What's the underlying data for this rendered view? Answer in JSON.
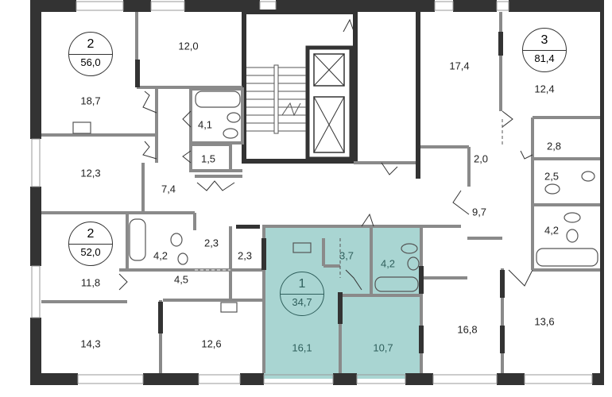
{
  "colors": {
    "highlight": "#a9d5d2",
    "highlight_text": "#2f5f5c",
    "wall_dark": "#333333",
    "wall_gray": "#8a8a8a"
  },
  "apartments": [
    {
      "rooms": "2",
      "area": "56,0",
      "highlighted": false
    },
    {
      "rooms": "2",
      "area": "52,0",
      "highlighted": false
    },
    {
      "rooms": "1",
      "area": "34,7",
      "highlighted": true
    },
    {
      "rooms": "3",
      "area": "81,4",
      "highlighted": false
    }
  ],
  "room_areas": {
    "a1_kitchen": "18,7",
    "a1_bedroom": "12,0",
    "a1_bath": "4,1",
    "a1_wc": "1,5",
    "a1_room": "12,3",
    "a1_hall": "7,4",
    "a2_bath": "4,2",
    "a2_storage1": "2,3",
    "a2_storage2": "2,3",
    "a2_kitchen": "11,8",
    "a2_hall": "4,5",
    "a2_room1": "14,3",
    "a2_room2": "12,6",
    "a3_hall": "3,7",
    "a3_bath": "4,2",
    "a3_kitchen": "16,1",
    "a3_room": "10,7",
    "a4_kitchen": "17,4",
    "a4_room1": "12,4",
    "a4_wc": "2,8",
    "a4_storage": "2,0",
    "a4_bath1": "2,5",
    "a4_hall": "9,7",
    "a4_bath2": "4,2",
    "a4_room2": "16,8",
    "a4_room3": "13,6"
  }
}
